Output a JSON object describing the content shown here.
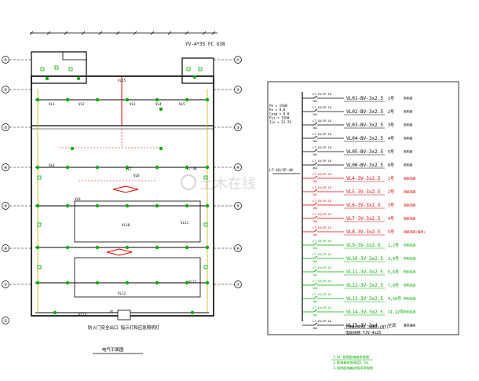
{
  "plan": {
    "top_label": "YV-4*35 FC G38",
    "rows": [
      "①",
      "②",
      "③",
      "④",
      "⑤",
      "⑥",
      "⑦"
    ],
    "title": "电气平面图",
    "bottom_note": "防火门安全出口 指示灯和应急照明灯",
    "labels": [
      "VL1",
      "VL2",
      "VL3",
      "VL4",
      "VL5",
      "VL6",
      "VL7",
      "VL8",
      "VL9",
      "VL10",
      "VL11",
      "VL12",
      "VL13",
      "VL14",
      "VL15",
      "AL",
      "L7-46"
    ]
  },
  "panel": {
    "box_header": [
      "Pe = 15kW",
      "Kx = 0.8",
      "Cosφ = 0.8",
      "Pjs = 12kW",
      "Ijs = 22.7A"
    ],
    "feed_label": "L7-46/3P-40",
    "breaker_label": "L7-16/1P-16",
    "circuits": [
      {
        "code": "VL01-BV-3x2.5",
        "phase": "1号",
        "desc": "照明用",
        "color": "#000000"
      },
      {
        "code": "VL02-BV-3x2.5",
        "phase": "2号",
        "desc": "照明用",
        "color": "#000000"
      },
      {
        "code": "VL03-BV-3x2.5",
        "phase": "3号",
        "desc": "照明用",
        "color": "#000000"
      },
      {
        "code": "VL04-BV-3x2.5",
        "phase": "4号",
        "desc": "照明用",
        "color": "#000000"
      },
      {
        "code": "VL05-BV-3x2.5",
        "phase": "5号",
        "desc": "照明用",
        "color": "#000000"
      },
      {
        "code": "VL06-BV-3x2.5",
        "phase": "6号",
        "desc": "照明用",
        "color": "#000000"
      },
      {
        "code": "VL4-3V-3x2.5",
        "phase": "1号",
        "desc": "插座回路",
        "color": "#dd0000"
      },
      {
        "code": "VL5-3V-3x2.5",
        "phase": "2号",
        "desc": "插座回路",
        "color": "#dd0000"
      },
      {
        "code": "VL6-3V-3x2.5",
        "phase": "3号",
        "desc": "插座回路",
        "color": "#dd0000"
      },
      {
        "code": "VL7-3V-3x2.5",
        "phase": "4号",
        "desc": "插座回路",
        "color": "#dd0000"
      },
      {
        "code": "VL8-3V-3x2.5",
        "phase": "5号",
        "desc": "插座回路(备用)",
        "color": "#dd0000"
      },
      {
        "code": "VL9-3V-3x2.5",
        "phase": "1,2号",
        "desc": "照明风扇",
        "color": "#00aa00"
      },
      {
        "code": "VL10-3V-3x2.5",
        "phase": "3,4号",
        "desc": "照明风扇",
        "color": "#00aa00"
      },
      {
        "code": "VL11-3V-3x2.5",
        "phase": "5,6号",
        "desc": "照明风扇",
        "color": "#00aa00"
      },
      {
        "code": "VL12-3V-3x2.5",
        "phase": "7,8号",
        "desc": "照明风扇",
        "color": "#00aa00"
      },
      {
        "code": "VL13-3V-3x2.5",
        "phase": "9,10号",
        "desc": "照明风扇",
        "color": "#00aa00"
      },
      {
        "code": "VL14-3V-3x2.5",
        "phase": "11,12号",
        "desc": "照明风扇",
        "color": "#00aa00"
      },
      {
        "code": "VL15-3V-3x4",
        "phase": "空调",
        "desc": "备用插座",
        "color": "#000000"
      }
    ],
    "footer1": "TSM8(MCB)  380V~(B7)",
    "footer2": "电缆规格 YJV-4x25",
    "legend": [
      "1.AL 照明配电箱系统图",
      "2.配电箱安装高度1.5m",
      "3.照明配电箱进线采用电缆"
    ]
  },
  "colors": {
    "green": "#00aa00",
    "red": "#dd0000",
    "black": "#000000"
  },
  "watermark": "土木在线"
}
